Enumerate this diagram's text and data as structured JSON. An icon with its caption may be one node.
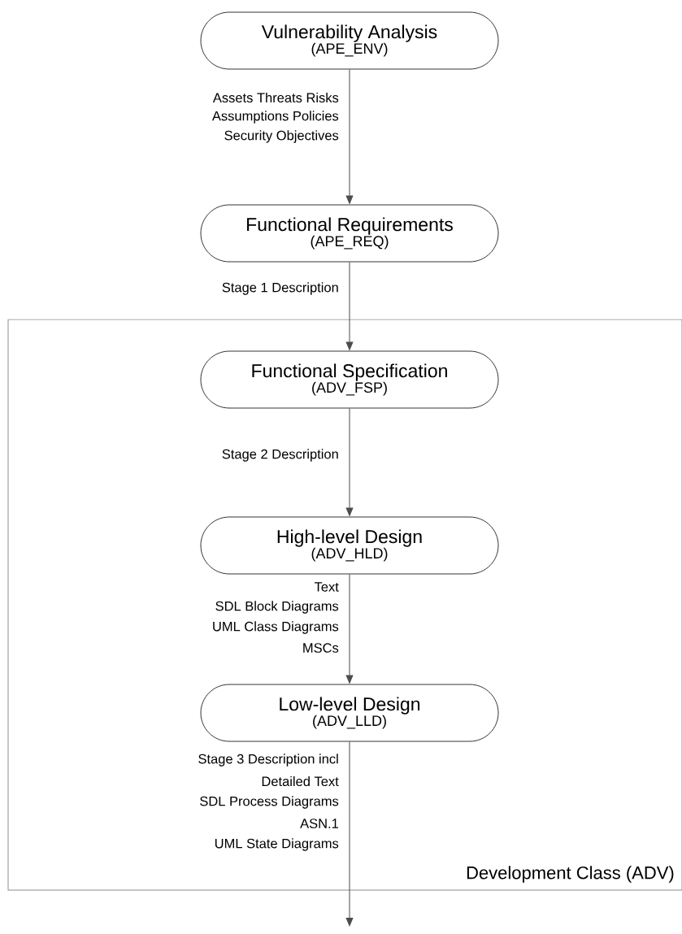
{
  "diagram": {
    "nodes": [
      {
        "text": [
          "Development Class (ADV)"
        ]
      },
      {
        "text": [
          "Vulnerability Analysis",
          "(APE_ENV)"
        ]
      },
      {
        "text": [
          "Functional Requirements",
          "(APE_REQ)"
        ]
      },
      {
        "text": [
          "Functional Specification",
          "(ADV_FSP)"
        ],
        "in": 0
      },
      {
        "text": [
          "High-level Design",
          "(ADV_HLD)"
        ],
        "in": 0
      },
      {
        "text": [
          "Low-level Design",
          "(ADV_LLD)"
        ],
        "in": 0
      }
    ],
    "edges": [
      {
        "from": 1,
        "to": 2,
        "arrow": "to"
      },
      {
        "from": 2,
        "to": 3,
        "arrow": "to"
      },
      {
        "from": 3,
        "to": 4,
        "arrow": "to"
      },
      {
        "from": 4,
        "to": 5,
        "arrow": "to"
      },
      {
        "from": 5,
        "to": null,
        "arrow": "to"
      }
    ],
    "labels": [
      "Assets Threats Risks",
      "Assumptions Policies",
      "Security Objectives",
      "Stage 1 Description",
      "Stage 2 Description",
      "Text",
      "SDL Block Diagrams",
      "UML Class Diagrams",
      "MSCs",
      "Stage 3 Description incl",
      "Detailed Text",
      "SDL Process Diagrams",
      "ASN.1",
      "UML State Diagrams"
    ]
  }
}
